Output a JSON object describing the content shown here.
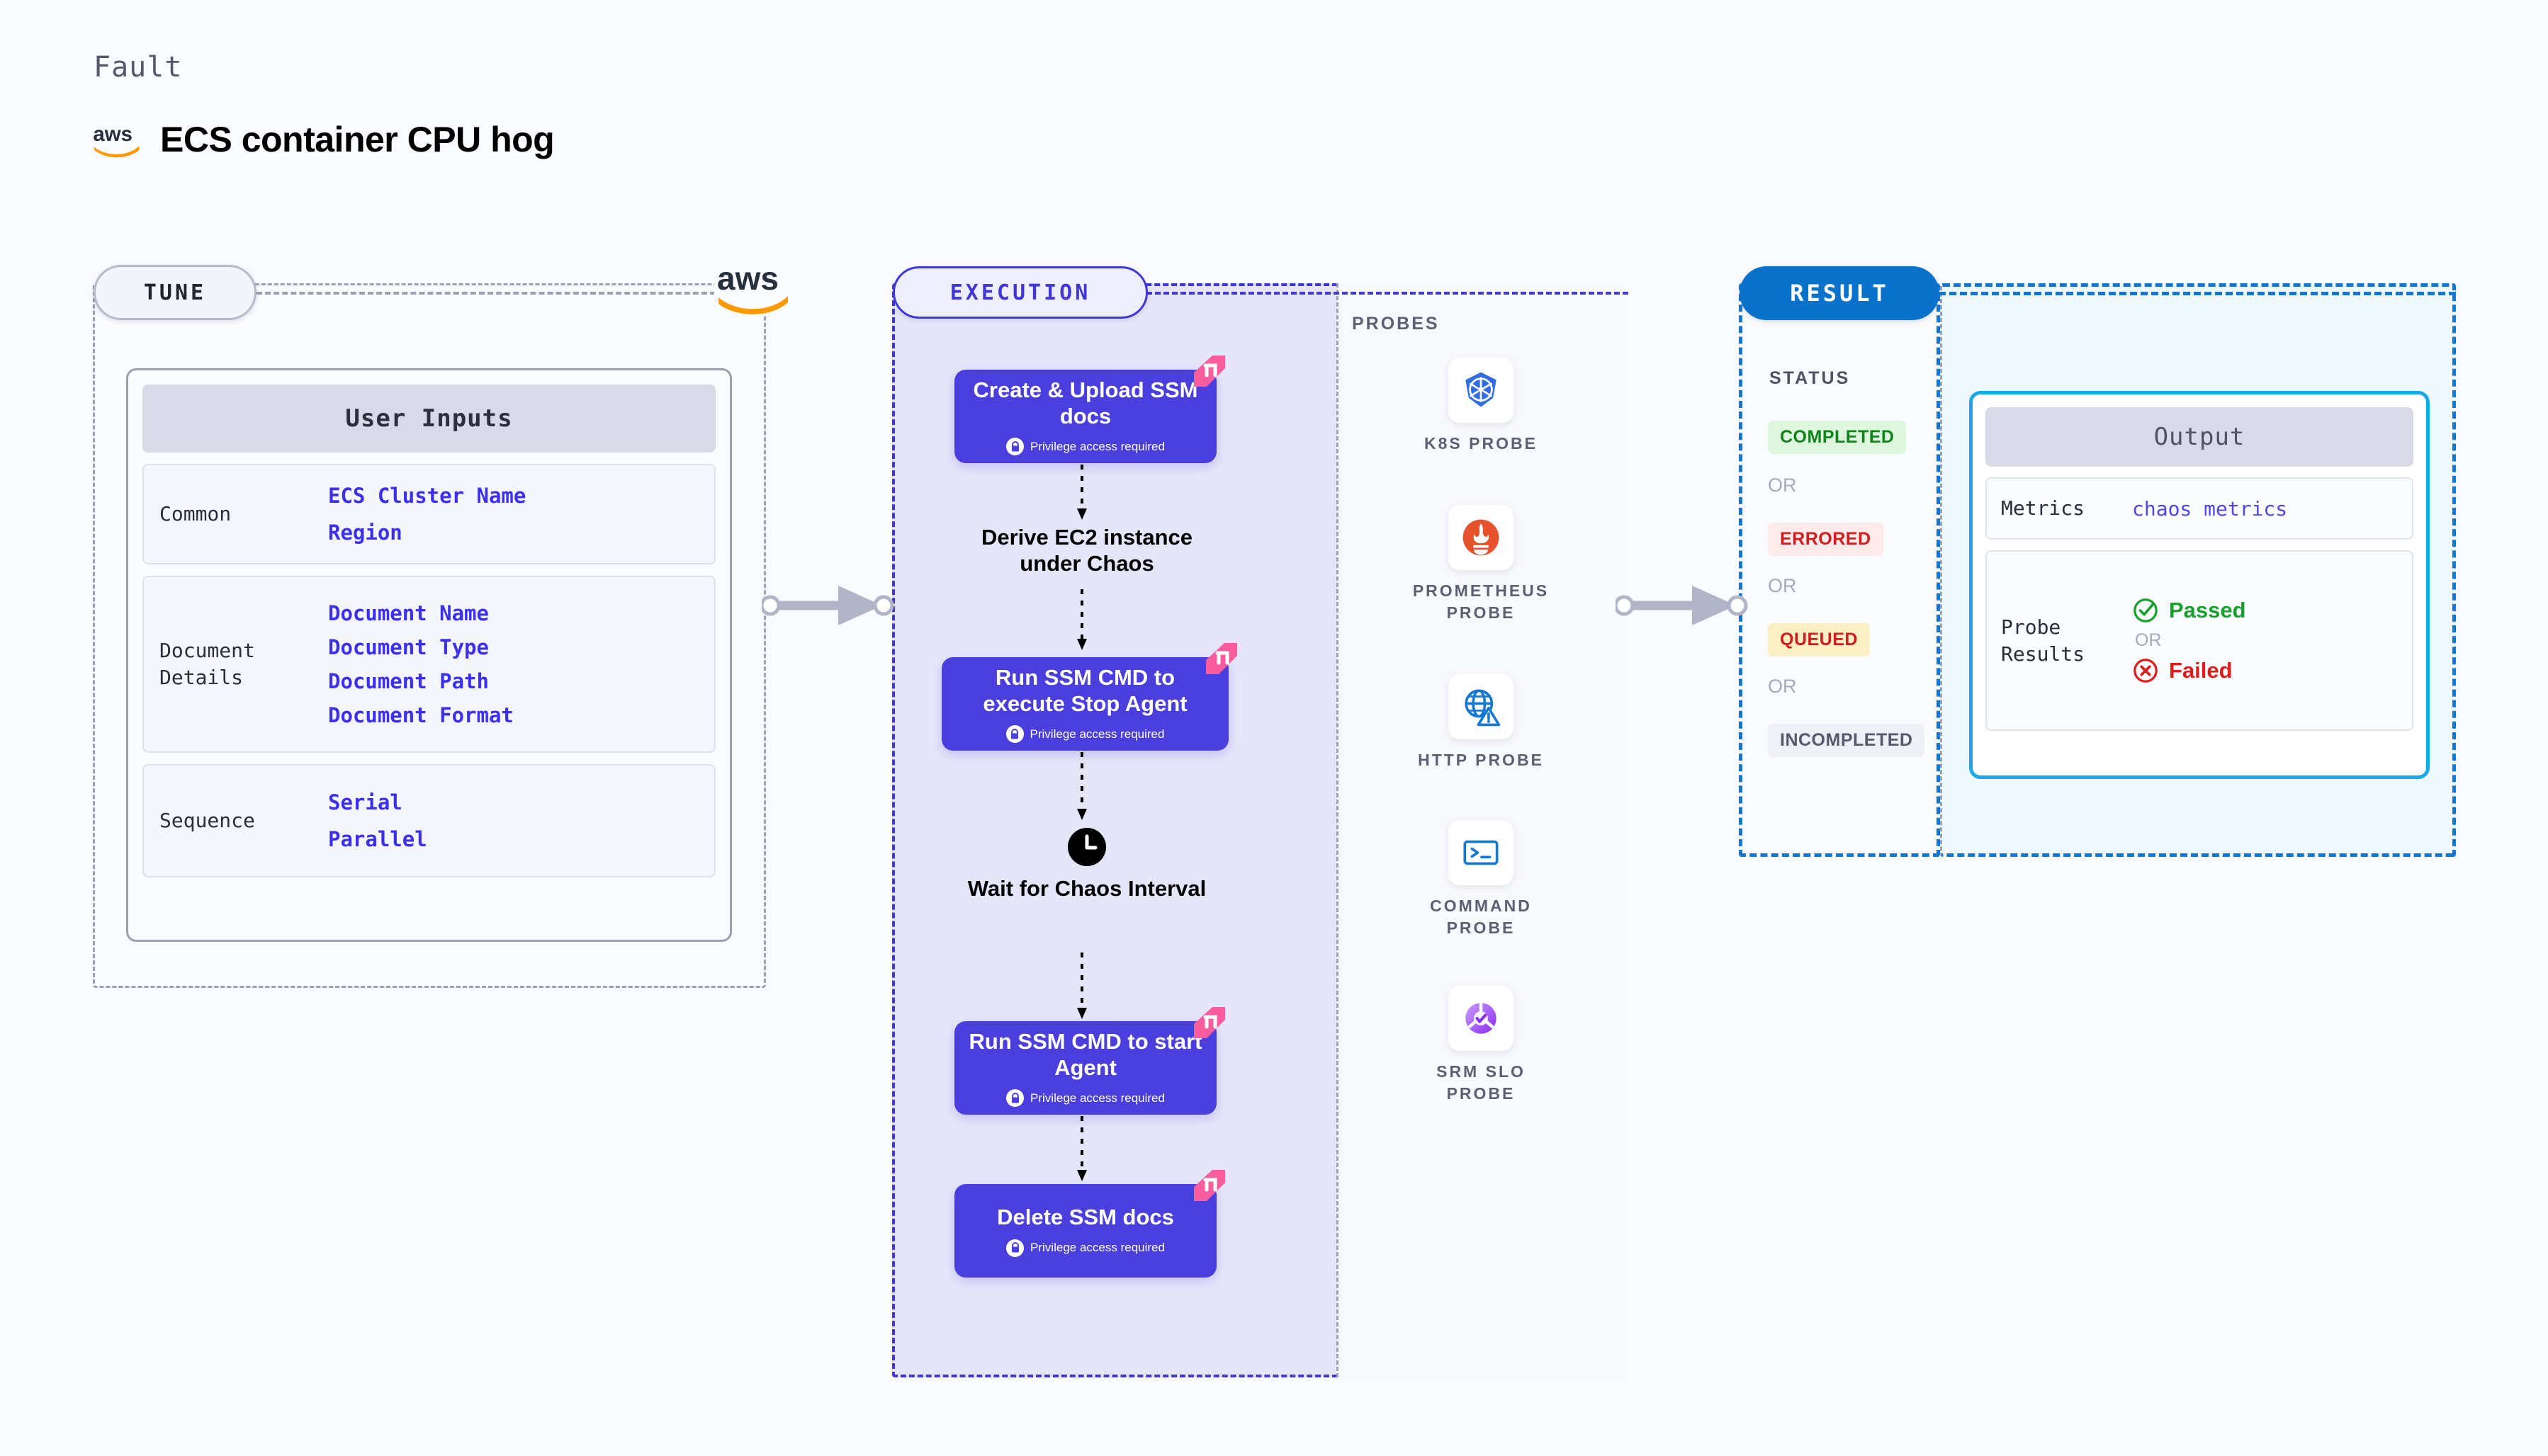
{
  "header": {
    "eyebrow": "Fault",
    "title": "ECS container CPU hog",
    "provider_icon": "aws-logo-icon"
  },
  "tune": {
    "chip_label": "TUNE",
    "provider_icon": "aws-logo-icon",
    "card_title": "User Inputs",
    "sections": [
      {
        "label": "Common",
        "values": [
          "ECS Cluster Name",
          "Region"
        ]
      },
      {
        "label": "Document\nDetails",
        "values": [
          "Document Name",
          "Document Type",
          "Document Path",
          "Document Format"
        ]
      },
      {
        "label": "Sequence",
        "values": [
          "Serial",
          "Parallel"
        ]
      }
    ]
  },
  "execution": {
    "chip_label": "EXECUTION",
    "privilege_note": "Privilege access required",
    "nodes": [
      {
        "type": "task",
        "title": "Create & Upload SSM docs",
        "privilege": true,
        "icon": "litmus-chaos-icon"
      },
      {
        "type": "plain",
        "title": "Derive EC2 instance under Chaos",
        "privilege": false,
        "icon": ""
      },
      {
        "type": "task",
        "title": "Run SSM CMD to execute Stop Agent",
        "privilege": true,
        "icon": "litmus-chaos-icon"
      },
      {
        "type": "wait",
        "title": "Wait for Chaos Interval",
        "privilege": false,
        "icon": "clock-icon"
      },
      {
        "type": "task",
        "title": "Run SSM CMD to start Agent",
        "privilege": true,
        "icon": "litmus-chaos-icon"
      },
      {
        "type": "task",
        "title": "Delete SSM docs",
        "privilege": true,
        "icon": "litmus-chaos-icon"
      }
    ]
  },
  "probes": {
    "section_label": "PROBES",
    "items": [
      {
        "name": "K8S PROBE",
        "icon": "kubernetes-icon"
      },
      {
        "name": "PROMETHEUS PROBE",
        "icon": "prometheus-icon"
      },
      {
        "name": "HTTP PROBE",
        "icon": "http-globe-warning-icon"
      },
      {
        "name": "COMMAND PROBE",
        "icon": "terminal-icon"
      },
      {
        "name": "SRM SLO PROBE",
        "icon": "srm-slo-icon"
      }
    ]
  },
  "result": {
    "chip_label": "RESULT",
    "status_label": "STATUS",
    "or_label": "OR",
    "statuses": [
      {
        "label": "COMPLETED",
        "bg": "#ddf6dd",
        "fg": "#11841c"
      },
      {
        "label": "ERRORED",
        "bg": "#fdeaea",
        "fg": "#cf1d1d"
      },
      {
        "label": "QUEUED",
        "bg": "#fdefc4",
        "fg": "#cf1d1d"
      },
      {
        "label": "INCOMPLETED",
        "bg": "#eff0f6",
        "fg": "#55596b"
      }
    ]
  },
  "output": {
    "card_title": "Output",
    "or_label": "OR",
    "rows": [
      {
        "label": "Metrics",
        "value": "chaos metrics"
      },
      {
        "label": "Probe\nResults",
        "pass": "Passed",
        "fail": "Failed"
      }
    ]
  },
  "colors": {
    "background": "#fafbff",
    "node_purple": "#4a3fdd",
    "execution_bg": "#e6e6fa",
    "result_blue": "#0b72cc",
    "output_border": "#17a9e8",
    "output_bg": "#eefaff",
    "chaos_pink": "#fa5d9e",
    "mono_value_blue": "#3b2ff0"
  }
}
